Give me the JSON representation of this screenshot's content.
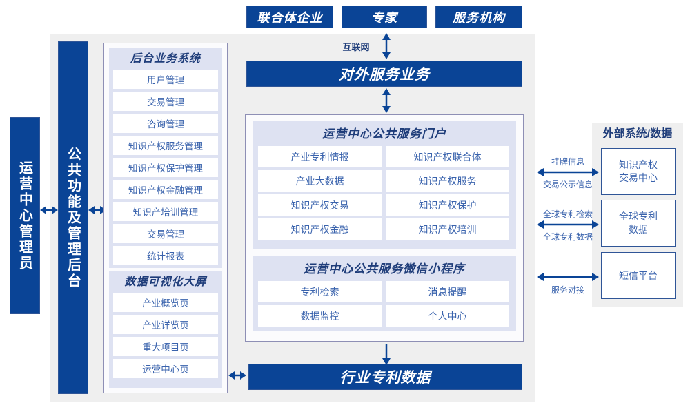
{
  "diagram": {
    "title_top_boxes": [
      {
        "id": "consortium",
        "label": "联合体企业"
      },
      {
        "id": "expert",
        "label": "专家"
      },
      {
        "id": "agency",
        "label": "服务机构"
      }
    ],
    "internet_label": "互联网",
    "external_service_bar": "对外服务业务",
    "industry_patent_data_bar": "行业专利数据",
    "left_columns": [
      {
        "id": "admin",
        "label": "运营中心管理员"
      },
      {
        "id": "common-backend",
        "label": "公共功能及管理后台"
      }
    ],
    "backend_system": {
      "title": "后台业务系统",
      "items": [
        "用户管理",
        "交易管理",
        "咨询管理",
        "知识产权服务管理",
        "知识产权保护管理",
        "知识产权金融管理",
        "知识产培训管理",
        "交易管理",
        "统计报表"
      ]
    },
    "data_visual_screen": {
      "title": "数据可视化大屏",
      "items": [
        "产业概览页",
        "产业详览页",
        "重大项目页",
        "运营中心页"
      ]
    },
    "portal": {
      "title": "运营中心公共服务门户",
      "items": [
        "产业专利情报",
        "知识产权联合体",
        "产业大数据",
        "知识产权服务",
        "知识产权交易",
        "知识产权保护",
        "知识产权金融",
        "知识产权培训"
      ]
    },
    "miniprogram": {
      "title": "运营中心公共服务微信小程序",
      "items": [
        "专利检索",
        "消息提醒",
        "数据监控",
        "个人中心"
      ]
    },
    "external": {
      "title": "外部系统/数据",
      "boxes": [
        {
          "id": "ip-exchange",
          "line1": "知识产权",
          "line2": "交易中心"
        },
        {
          "id": "global-patent",
          "line1": "全球专利",
          "line2": "数据"
        },
        {
          "id": "sms",
          "line1": "短信平台",
          "line2": ""
        }
      ],
      "flow_labels": [
        {
          "id": "listing",
          "above": "挂牌信息",
          "below": "交易公示信息"
        },
        {
          "id": "patent-search",
          "above": "全球专利检索",
          "below": "全球专利数据"
        },
        {
          "id": "service-dock",
          "above": "",
          "below": "服务对接"
        }
      ]
    },
    "colors": {
      "brand_blue": "#0a4496",
      "border_blue": "#2f5597",
      "panel_gray": "#efefef",
      "group_lavender": "#dee2f2",
      "text_blue": "#3a63ad"
    }
  }
}
